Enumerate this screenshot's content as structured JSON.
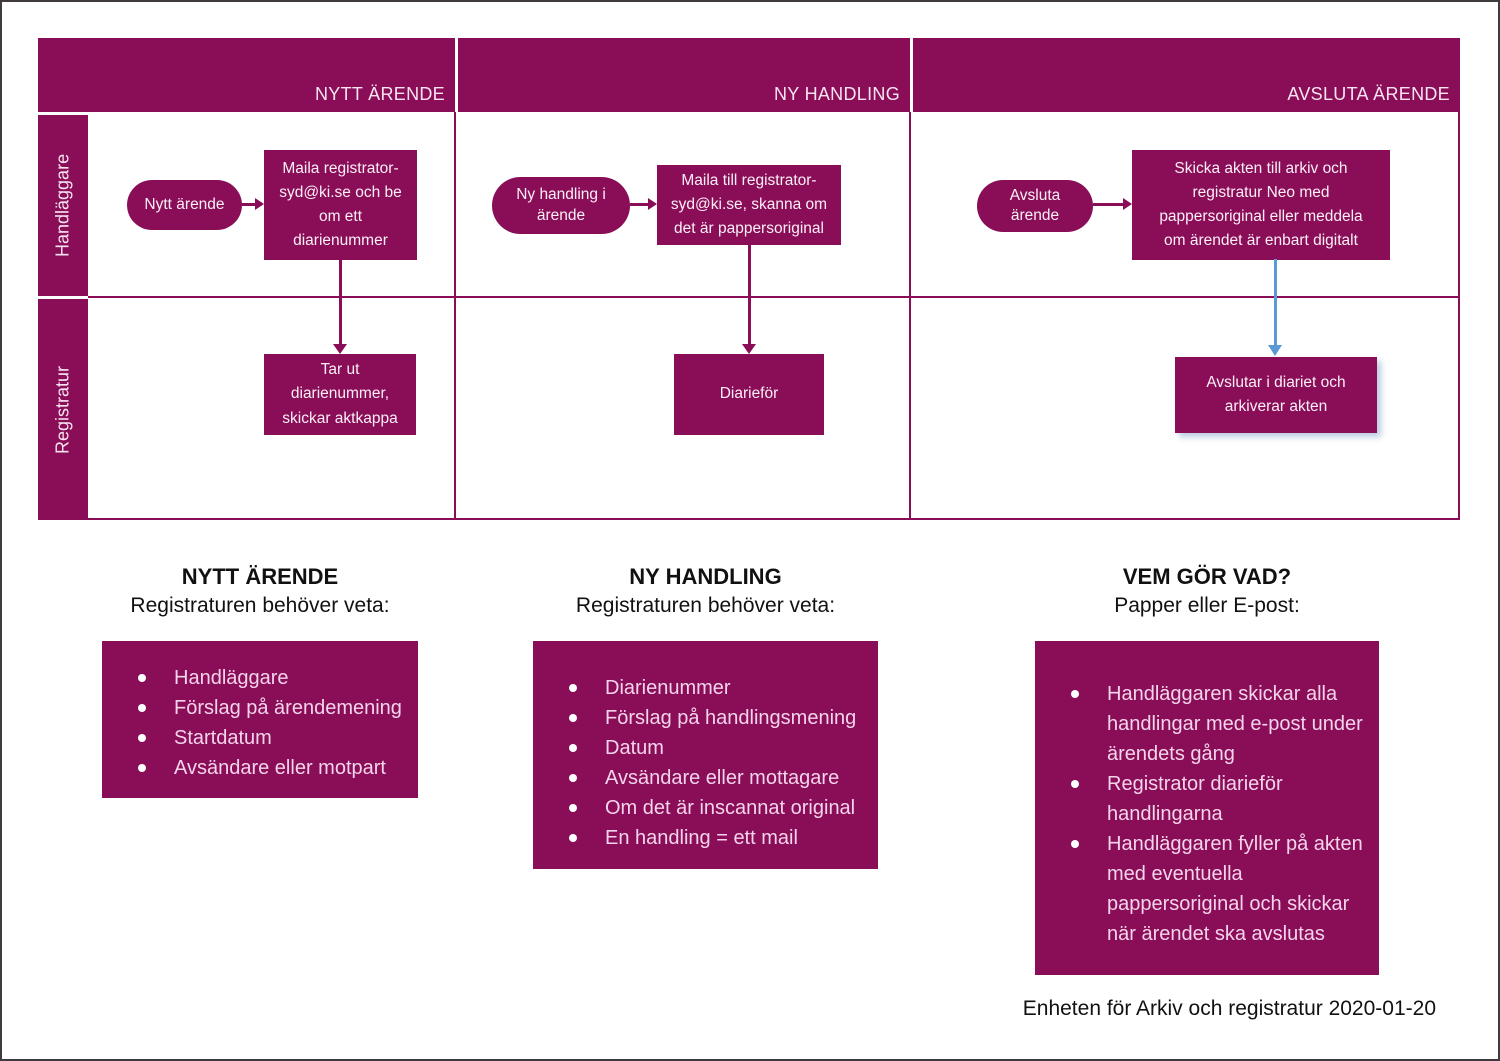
{
  "colors": {
    "plum": "#8A0D57",
    "arrow_blue": "#5B9BD5",
    "header_text": "#F8E4F1",
    "box_text": "#FBEFF7",
    "bullet_text": "#F4D4EB",
    "page_border": "#3F3A3E"
  },
  "swimlane": {
    "column_headers": [
      "NYTT ÄRENDE",
      "NY HANDLING",
      "AVSLUTA ÄRENDE"
    ],
    "lane_labels": [
      "Handläggare",
      "Registratur"
    ],
    "flows": [
      {
        "start": "Nytt ärende",
        "handler_action": "Maila registrator-\nsyd@ki.se och be\nom ett\ndiarienummer",
        "registrar_action": "Tar ut\ndiarienummer,\nskickar aktkappa"
      },
      {
        "start": "Ny handling i\närende",
        "handler_action": "Maila till registrator-\nsyd@ki.se, skanna om\ndet är pappersoriginal",
        "registrar_action": "Diarieför"
      },
      {
        "start": "Avsluta\närende",
        "handler_action": "Skicka akten till arkiv och\nregistratur Neo med\npappersoriginal eller meddela\nom ärendet är enbart digitalt",
        "registrar_action": "Avslutar i diariet och\narkiverar akten"
      }
    ]
  },
  "sections": [
    {
      "title": "NYTT ÄRENDE",
      "subtitle": "Registraturen behöver veta:",
      "bullets": [
        "Handläggare",
        "Förslag på ärendemening",
        "Startdatum",
        "Avsändare eller motpart"
      ]
    },
    {
      "title": "NY HANDLING",
      "subtitle": "Registraturen behöver veta:",
      "bullets": [
        "Diarienummer",
        "Förslag på handlingsmening",
        "Datum",
        "Avsändare eller mottagare",
        "Om det är inscannat original",
        "En handling = ett mail"
      ]
    },
    {
      "title": "VEM GÖR VAD?",
      "subtitle": "Papper eller E-post:",
      "bullets": [
        "Handläggaren skickar alla handlingar med e-post under ärendets gång",
        "Registrator diarieför handlingarna",
        "Handläggaren fyller på akten med eventuella pappersoriginal och skickar när ärendet ska avslutas"
      ]
    }
  ],
  "footer": "Enheten för Arkiv och registratur 2020-01-20"
}
